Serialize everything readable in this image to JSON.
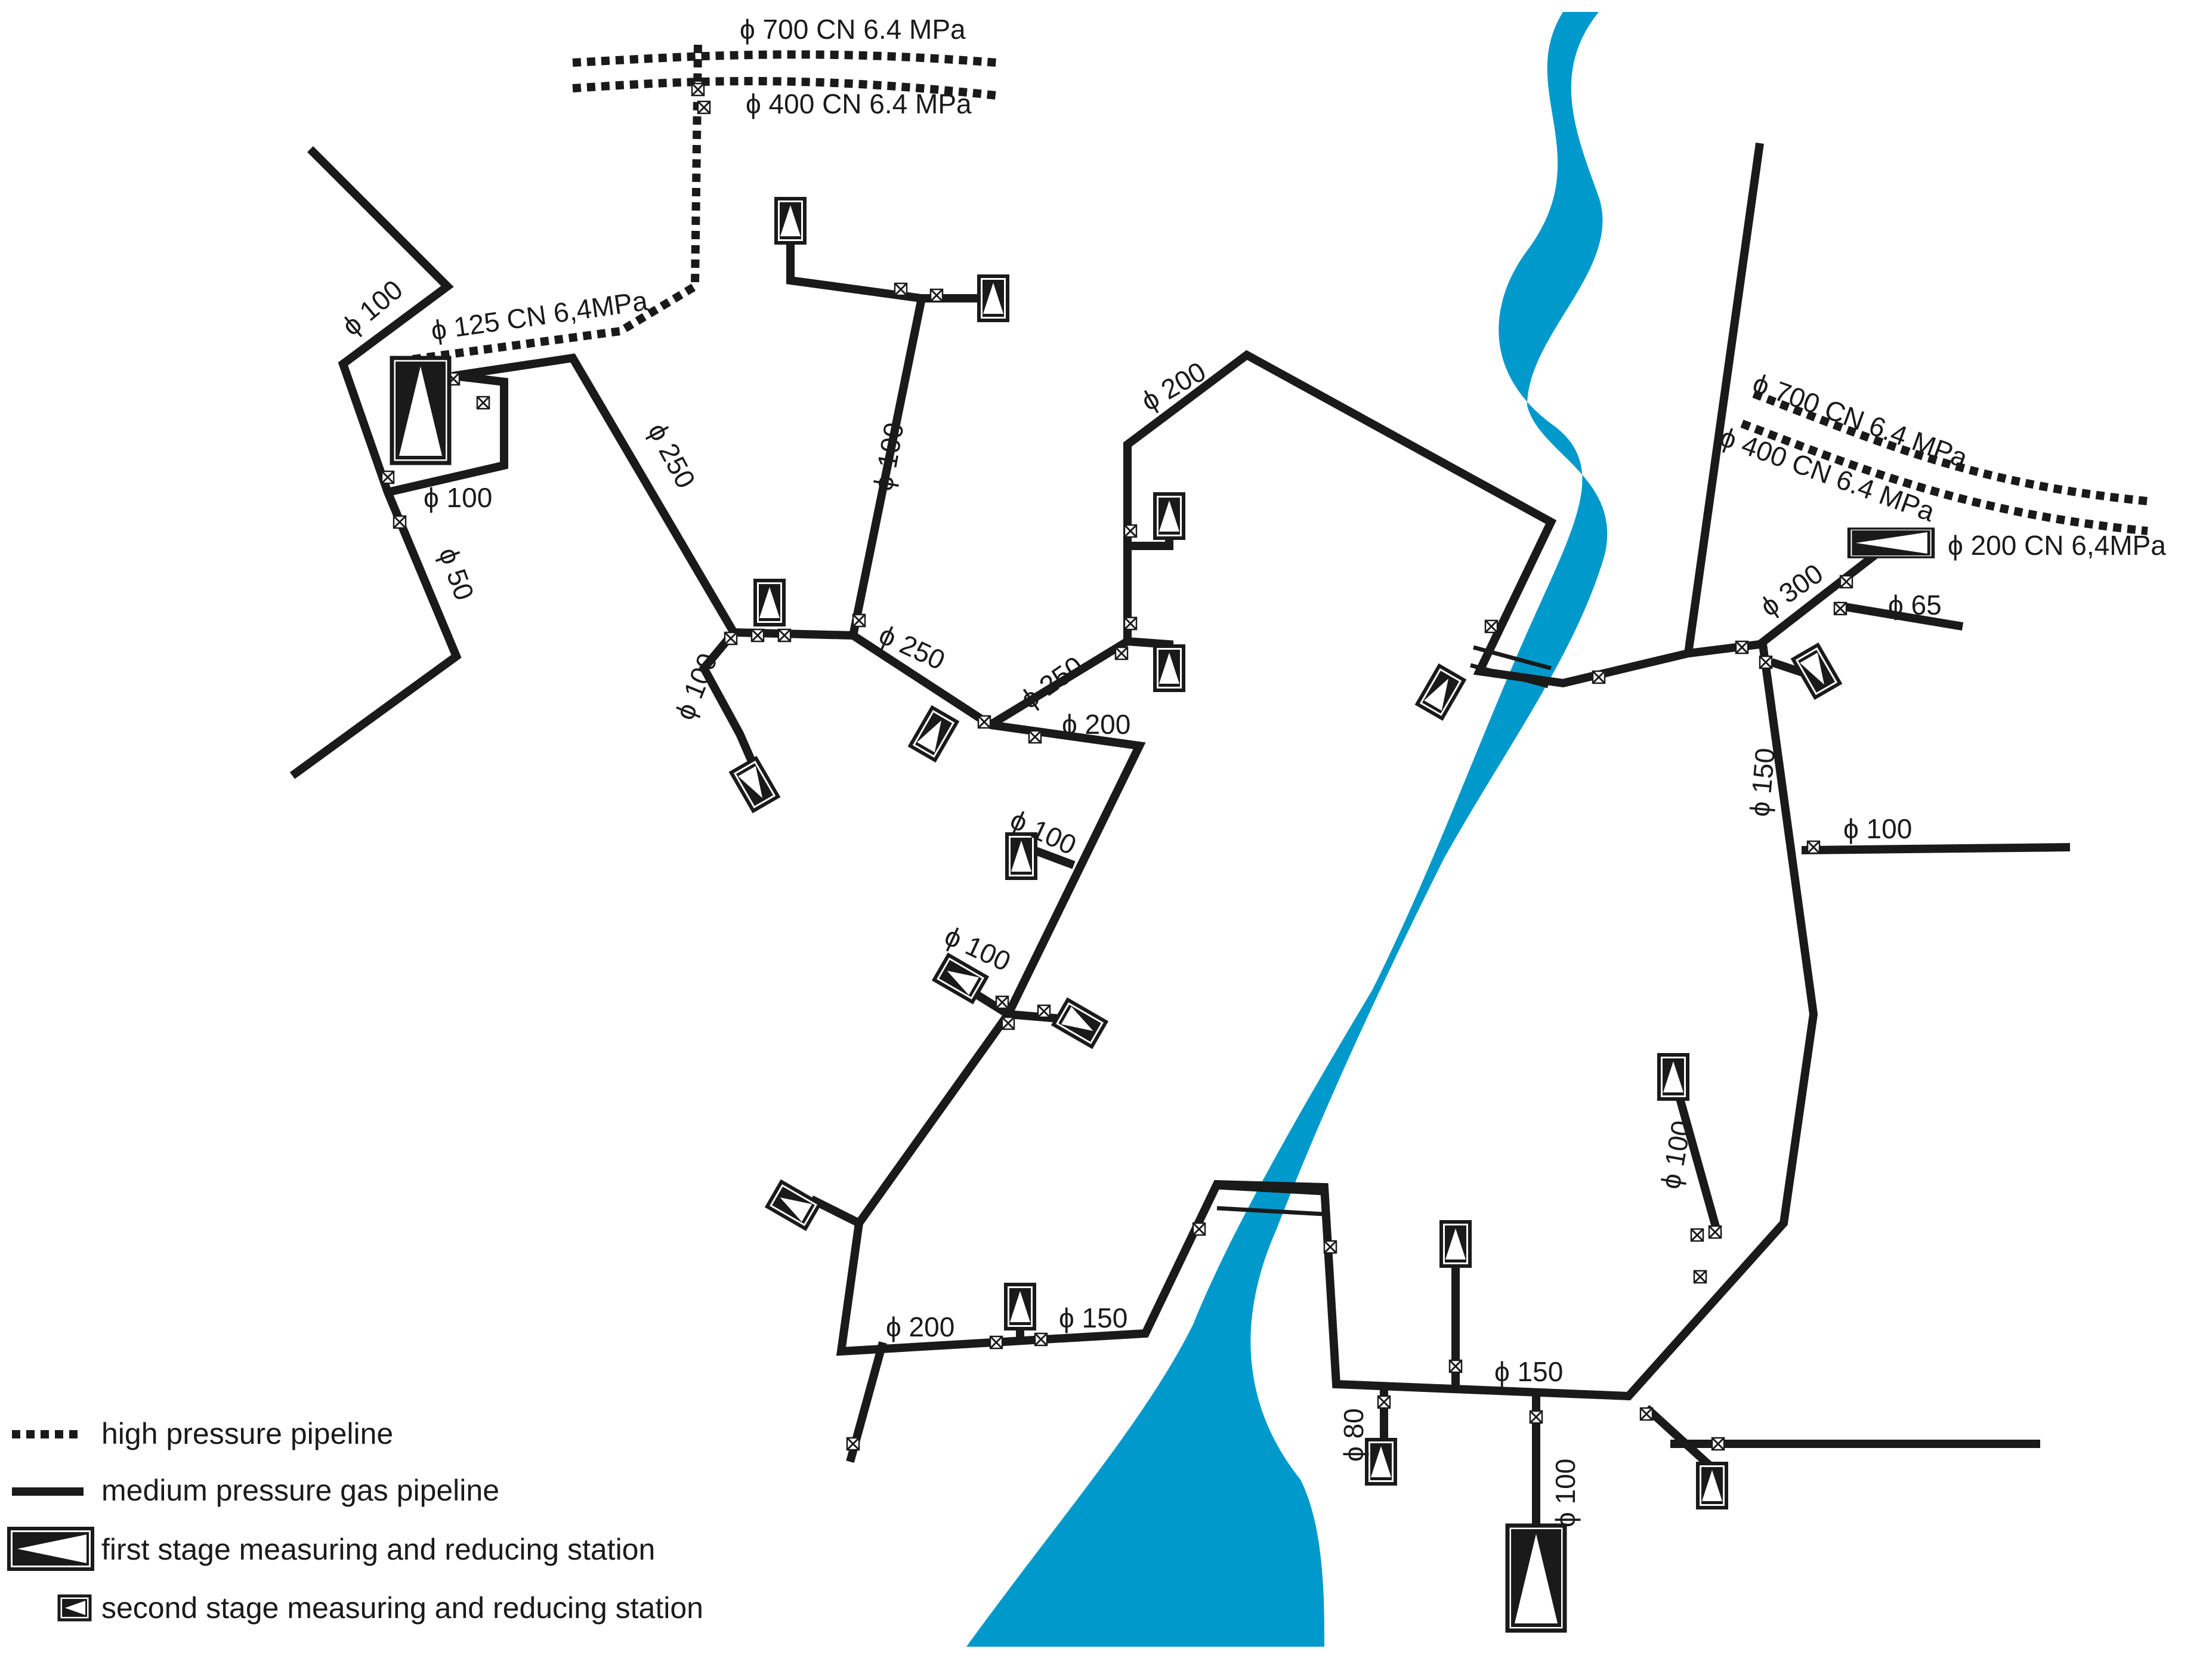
{
  "colors": {
    "river": "#0099cc",
    "pipe": "#1a1a1a",
    "background": "#ffffff"
  },
  "labels": {
    "hp_north_700": "ϕ 700 CN 6.4 MPa",
    "hp_north_400": "ϕ 400 CN 6.4 MPa",
    "hp_west_125": "ϕ 125 CN 6,4MPa",
    "hp_east_700": "ϕ 700 CN 6.4 MPa",
    "hp_east_400": "ϕ 400 CN 6.4 MPa",
    "hp_east_200": "ϕ 200 CN 6,4MPa",
    "w_100_a": "ϕ 100",
    "w_100_b": "ϕ 100",
    "w_50": "ϕ 50",
    "m_250_a": "ϕ 250",
    "m_100_a": "ϕ 100",
    "m_100_b": "ϕ 100",
    "m_250_b": "ϕ 250",
    "m_250_c": "ϕ 250",
    "m_200_a": "ϕ 200",
    "m_200_b": "ϕ 200",
    "m_100_c": "ϕ 100",
    "m_100_d": "ϕ 100",
    "s_200": "ϕ 200",
    "s_150_a": "ϕ 150",
    "s_150_b": "ϕ 150",
    "s_80": "ϕ 80",
    "s_100_a": "ϕ 100",
    "e_300": "ϕ 300",
    "e_65": "ϕ 65",
    "e_150": "ϕ 150",
    "e_100_a": "ϕ 100",
    "e_100_b": "ϕ 100"
  },
  "legend": {
    "high_pressure": "high pressure pipeline",
    "medium_pressure": "medium pressure gas pipeline",
    "first_stage": "first stage measuring and reducing station",
    "second_stage": "second stage measuring and reducing station"
  }
}
